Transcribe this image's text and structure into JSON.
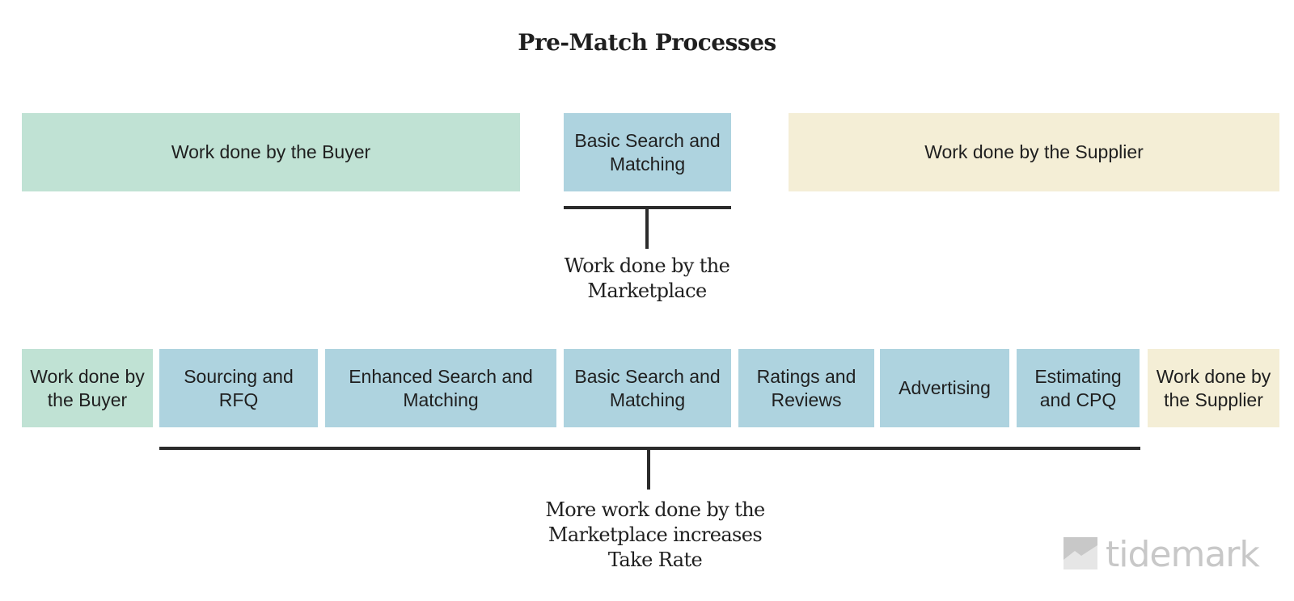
{
  "title": "Pre-Match Processes",
  "top_row": {
    "buyer": "Work done by the Buyer",
    "basic": "Basic Search and Matching",
    "supplier": "Work done by the Supplier"
  },
  "top_caption": "Work done by the Marketplace",
  "bottom_row": [
    "Work done by the Buyer",
    "Sourcing and RFQ",
    "Enhanced Search and Matching",
    "Basic Search and Matching",
    "Ratings and Reviews",
    "Advertising",
    "Estimating and CPQ",
    "Work done by the Supplier"
  ],
  "bottom_caption": "More work done by the Marketplace increases Take Rate",
  "logo": {
    "icon": "tidemark-logo-icon",
    "text": "tidemark"
  },
  "colors": {
    "buyer": "#c0e2d4",
    "marketplace": "#aed3df",
    "supplier": "#f4eed6"
  }
}
